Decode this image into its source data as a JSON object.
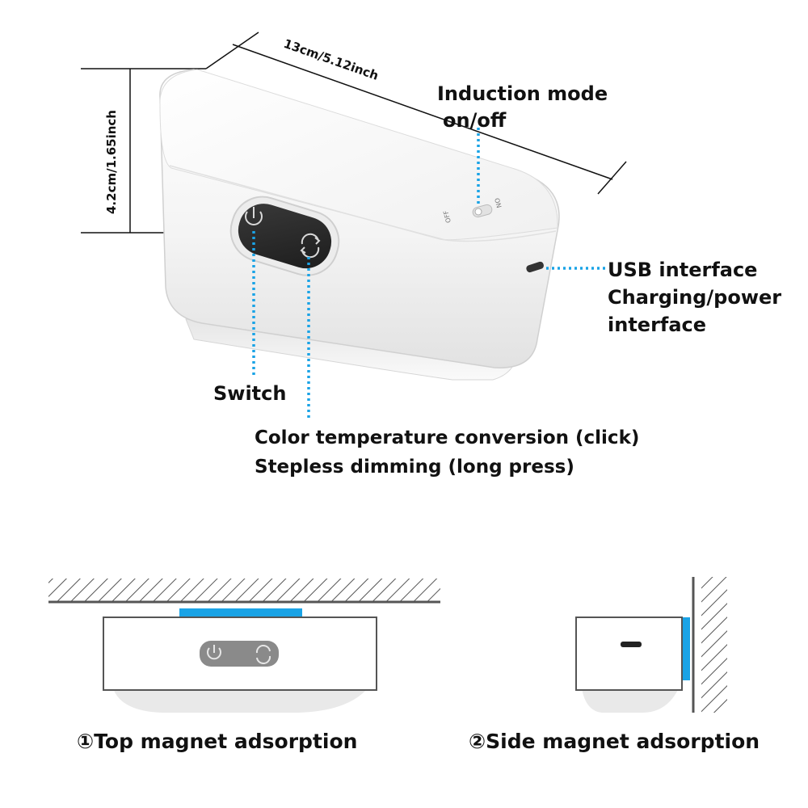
{
  "dimensions": {
    "length": "13cm/5.12inch",
    "height": "4.2cm/1.65inch"
  },
  "device_labels": {
    "switch_off": "OFF",
    "switch_on": "ON"
  },
  "callouts": {
    "induction_line1": "Induction mode",
    "induction_line2": "on/off",
    "usb_line1": "USB interface",
    "usb_line2": "Charging/power",
    "usb_line3": "interface",
    "switch": "Switch",
    "color_line1": "Color temperature conversion (click)",
    "color_line2": "Stepless dimming (long press)"
  },
  "captions": {
    "top": "①Top magnet adsorption",
    "side": "②Side magnet adsorption"
  },
  "colors": {
    "accent_blue": "#1aa3e6",
    "magnet_blue": "#1aa3e6"
  }
}
